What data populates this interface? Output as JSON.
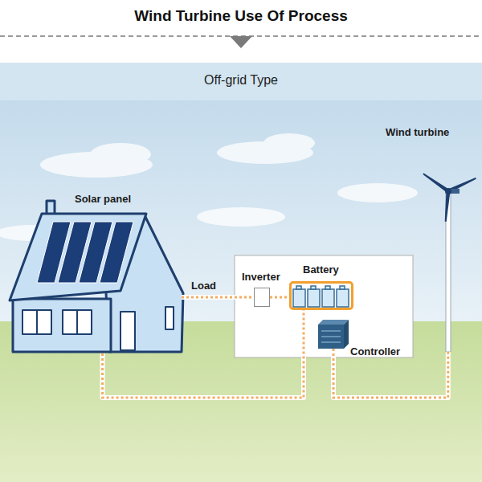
{
  "diagram": {
    "title": "Wind Turbine Use Of Process",
    "nodes": [
      {
        "text": [
          "Solar panel"
        ]
      },
      {
        "text": [
          "Inverter"
        ]
      },
      {
        "text": [
          "Battery"
        ]
      },
      {
        "text": [
          "Controller"
        ]
      },
      {
        "text": [
          "Wind turbine"
        ]
      }
    ],
    "edges": [
      {
        "from": 0,
        "to": 1,
        "label": "Load",
        "arrow": "none"
      },
      {
        "from": 1,
        "to": 2,
        "arrow": "none"
      },
      {
        "from": 0,
        "to": 2,
        "arrow": "none"
      },
      {
        "from": 3,
        "to": 4,
        "arrow": "none"
      }
    ],
    "labels": [
      "Off-grid Type"
    ]
  }
}
